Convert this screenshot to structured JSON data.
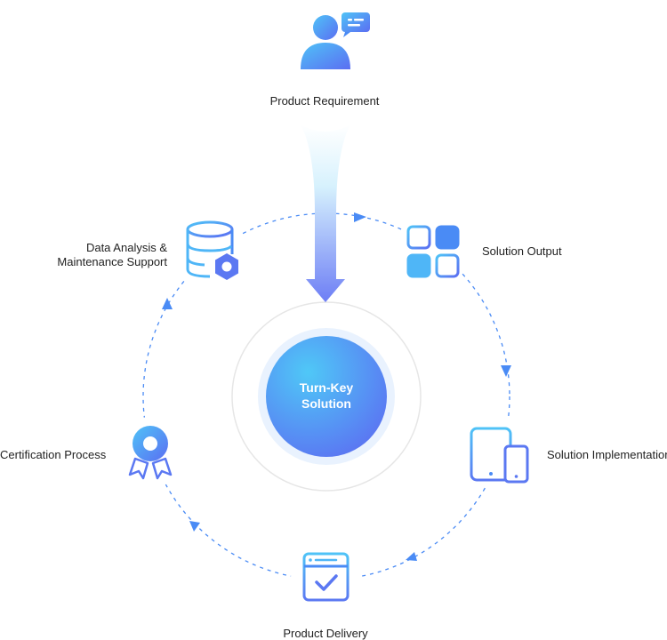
{
  "diagram": {
    "top_label": "Product Requirement",
    "center": {
      "line1": "Turn-Key",
      "line2": "Solution"
    },
    "steps": [
      {
        "id": "solution-output",
        "line1": "Solution Output",
        "icon": "grid-icon"
      },
      {
        "id": "solution-implementation",
        "line1": "Solution Implementation",
        "icon": "devices-icon"
      },
      {
        "id": "product-delivery",
        "line1": "Product Delivery",
        "icon": "browser-check-icon"
      },
      {
        "id": "certification-process",
        "line1": "Certification Process",
        "icon": "award-ribbon-icon"
      },
      {
        "id": "data-analysis",
        "line1": "Data Analysis &",
        "line2": "Maintenance Support",
        "icon": "database-gear-icon"
      }
    ],
    "colors": {
      "light_blue": "#4fc3f7",
      "blue": "#4a8bf5",
      "indigo": "#5b6ef2",
      "ring": "#e6e6e6"
    }
  }
}
